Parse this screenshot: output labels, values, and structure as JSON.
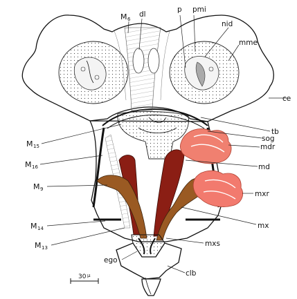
{
  "labels": {
    "m6": "M",
    "m6_sub": "6",
    "dl": "dl",
    "p": "p",
    "pmi": "pmi",
    "nid": "nid",
    "mme": "mme",
    "ce": "ce",
    "tb": "tb",
    "sog": "sog",
    "mdr": "mdr",
    "md": "md",
    "mxr": "mxr",
    "mx": "mx",
    "mxs": "mxs",
    "clb": "clb",
    "ego": "ego",
    "m15": "M",
    "m15_sub": "15",
    "m16": "M",
    "m16_sub": "16",
    "m9": "M",
    "m9_sub": "9",
    "m14": "M",
    "m14_sub": "14",
    "m13": "M",
    "m13_sub": "13"
  },
  "scale_bar": {
    "label": "30",
    "unit": "μ"
  },
  "colors": {
    "mandible_muscle": "#8b1e14",
    "maxilla_muscle": "#9a5a23",
    "mandible_root": "#f08070",
    "maxilla_root": "#f27a6e",
    "outline": "#111111",
    "background": "#ffffff"
  }
}
